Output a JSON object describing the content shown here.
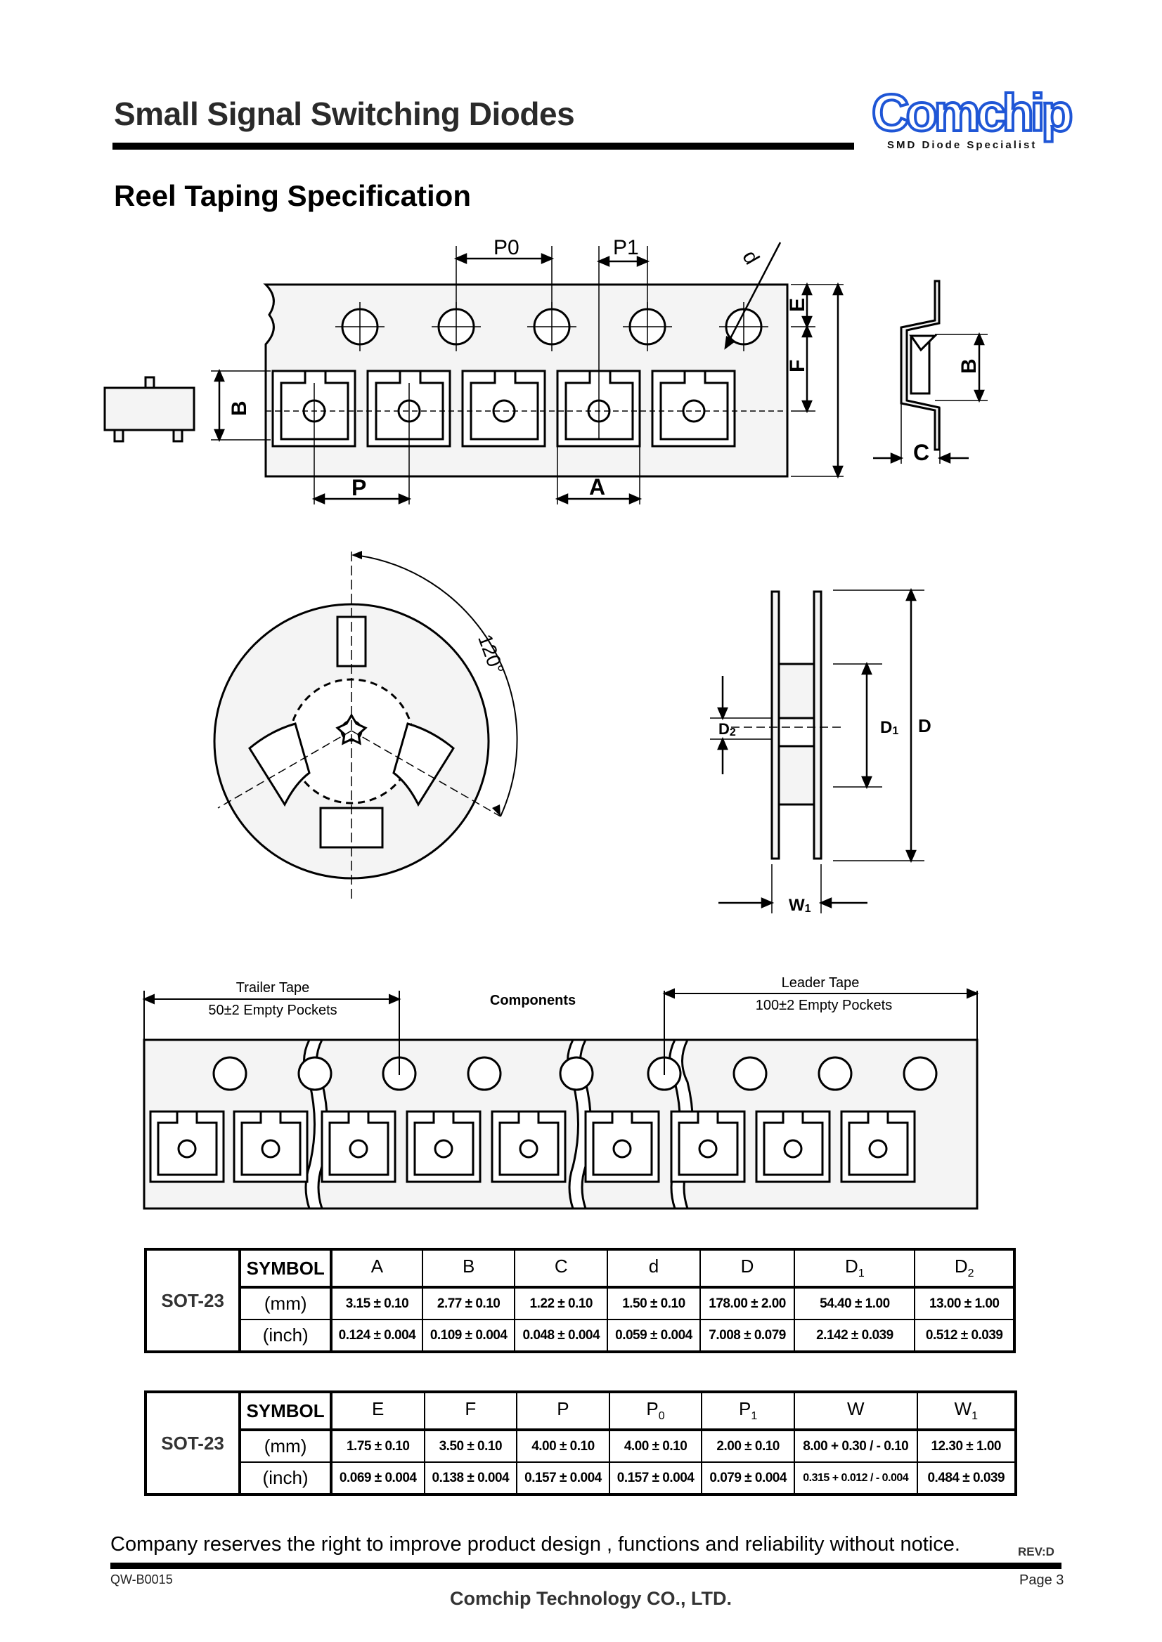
{
  "header": {
    "title": "Small Signal Switching Diodes",
    "logo_name": "Comchip",
    "logo_tagline": "SMD Diode Specialist",
    "brand_color": "#1f56d6"
  },
  "section": {
    "title": "Reel Taping Specification"
  },
  "tape_diagram": {
    "labels": {
      "p0": "P0",
      "p1": "P1",
      "d": "d",
      "e": "E",
      "f": "F",
      "b": "B",
      "p": "P",
      "a": "A",
      "c": "C",
      "b_side": "B"
    }
  },
  "reel_diagram": {
    "angle_label": "120°",
    "d2_main": "D",
    "d2_sub": "2",
    "d1_main": "D",
    "d1_sub": "1",
    "d_label": "D",
    "w1_main": "W",
    "w1_sub": "1"
  },
  "leader_diagram": {
    "trailer_title": "Trailer Tape",
    "trailer_sub": "50±2 Empty Pockets",
    "components": "Components",
    "leader_title": "Leader Tape",
    "leader_sub": "100±2 Empty Pockets"
  },
  "table1": {
    "package": "SOT-23",
    "symbol_label": "SYMBOL",
    "row_mm": "(mm)",
    "row_inch": "(inch)",
    "headers": [
      {
        "main": "A",
        "sub": ""
      },
      {
        "main": "B",
        "sub": ""
      },
      {
        "main": "C",
        "sub": ""
      },
      {
        "main": "d",
        "sub": ""
      },
      {
        "main": "D",
        "sub": ""
      },
      {
        "main": "D",
        "sub": "1"
      },
      {
        "main": "D",
        "sub": "2"
      }
    ],
    "mm": [
      "3.15 ± 0.10",
      "2.77 ± 0.10",
      "1.22 ± 0.10",
      "1.50 ± 0.10",
      "178.00 ± 2.00",
      "54.40 ± 1.00",
      "13.00 ± 1.00"
    ],
    "inch": [
      "0.124 ± 0.004",
      "0.109 ± 0.004",
      "0.048 ± 0.004",
      "0.059 ± 0.004",
      "7.008 ± 0.079",
      "2.142 ± 0.039",
      "0.512 ± 0.039"
    ]
  },
  "table2": {
    "package": "SOT-23",
    "symbol_label": "SYMBOL",
    "row_mm": "(mm)",
    "row_inch": "(inch)",
    "headers": [
      {
        "main": "E",
        "sub": ""
      },
      {
        "main": "F",
        "sub": ""
      },
      {
        "main": "P",
        "sub": ""
      },
      {
        "main": "P",
        "sub": "0"
      },
      {
        "main": "P",
        "sub": "1"
      },
      {
        "main": "W",
        "sub": ""
      },
      {
        "main": "W",
        "sub": "1"
      }
    ],
    "mm": [
      "1.75 ± 0.10",
      "3.50 ± 0.10",
      "4.00 ± 0.10",
      "4.00 ± 0.10",
      "2.00 ± 0.10",
      "8.00 + 0.30 / - 0.10",
      "12.30 ± 1.00"
    ],
    "inch": [
      "0.069 ± 0.004",
      "0.138 ± 0.004",
      "0.157 ± 0.004",
      "0.157 ± 0.004",
      "0.079 ± 0.004",
      "0.315 + 0.012 / - 0.004",
      "0.484 ± 0.039"
    ]
  },
  "footer": {
    "note": "Company reserves the right to improve product design , functions and reliability without notice.",
    "rev": "REV:D",
    "doc_number": "QW-B0015",
    "page": "Page 3",
    "company": "Comchip Technology CO., LTD."
  }
}
